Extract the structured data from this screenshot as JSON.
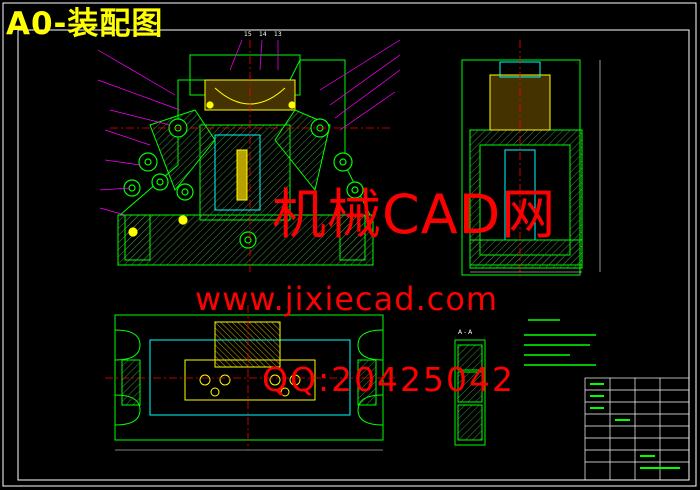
{
  "drawing": {
    "title": "A0-装配图",
    "section_label": "A - A",
    "balloon_labels": [
      "15",
      "14",
      "13"
    ]
  },
  "watermark": {
    "brand": "机械CAD网",
    "url": "www.jixiecad.com",
    "qq": "QQ:20425042"
  },
  "colors": {
    "background": "#000000",
    "frame": "#ffffff",
    "outline": "#00ff00",
    "section": "#00ffff",
    "centerline": "#ff0000",
    "hatch": "#3a8c3a",
    "leader": "#ff00ff",
    "highlight": "#ffff00",
    "watermark": "#ff0000"
  }
}
